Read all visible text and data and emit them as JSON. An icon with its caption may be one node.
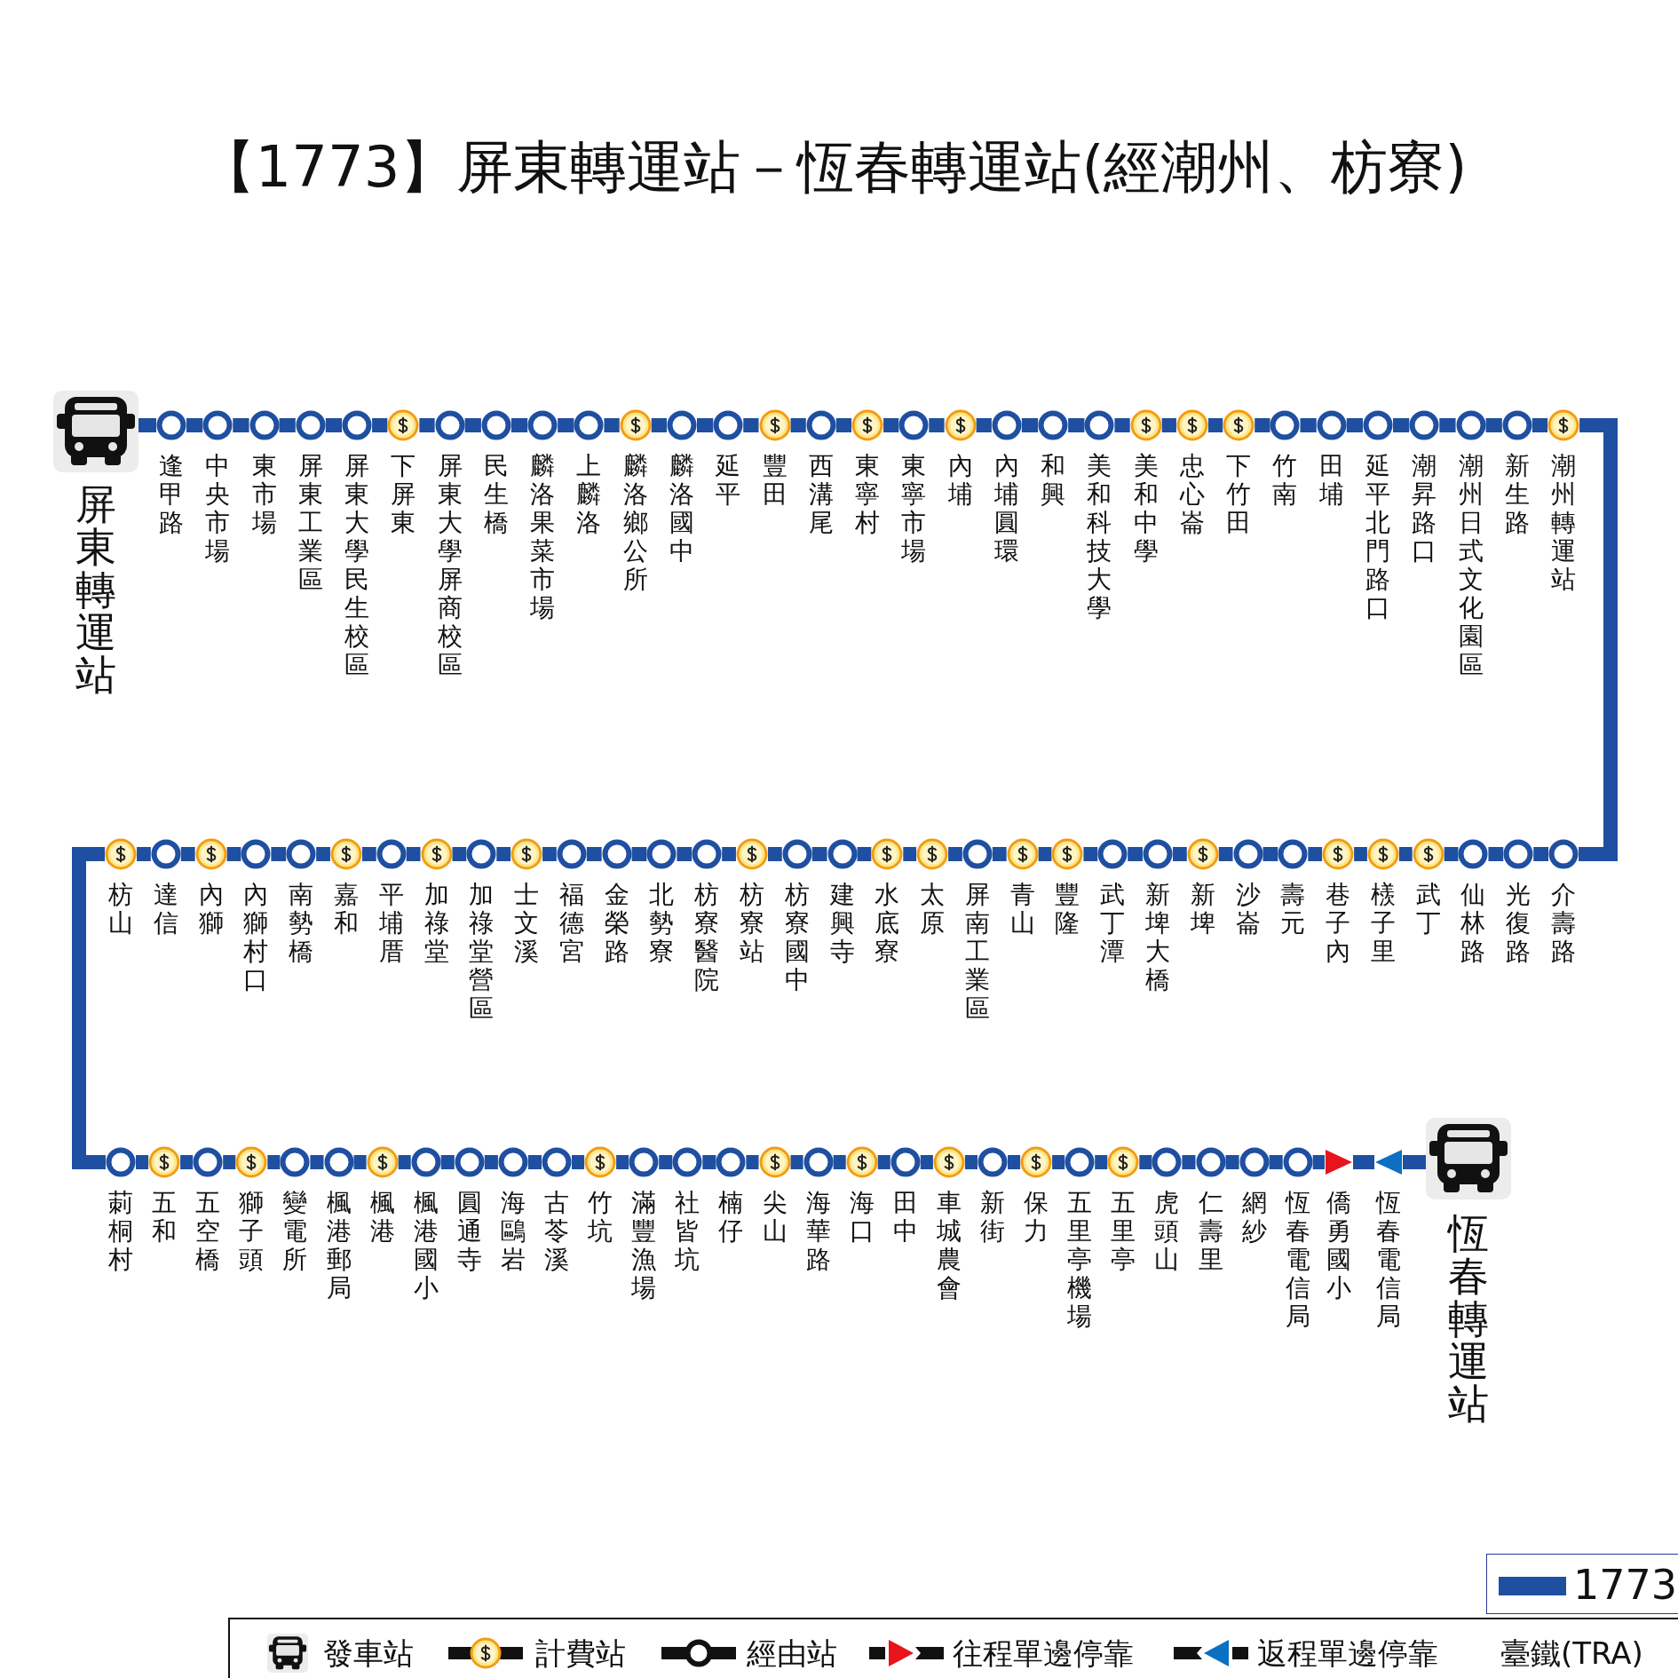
{
  "diagram": {
    "title": "【1773】屏東轉運站－恆春轉運站(經潮州、枋寮)",
    "nodes": [
      {
        "text": [
          "屏東轉運站"
        ]
      },
      {
        "text": [
          "逢甲路"
        ]
      },
      {
        "text": [
          "中央市場"
        ]
      },
      {
        "text": [
          "東市場"
        ]
      },
      {
        "text": [
          "屏東工業區"
        ]
      },
      {
        "text": [
          "屏東大學民生校區"
        ]
      },
      {
        "text": [
          "下屏東"
        ]
      },
      {
        "text": [
          "屏東大學屏商校區"
        ]
      },
      {
        "text": [
          "民生橋"
        ]
      },
      {
        "text": [
          "麟洛果菜市場"
        ]
      },
      {
        "text": [
          "上麟洛"
        ]
      },
      {
        "text": [
          "麟洛鄉公所"
        ]
      },
      {
        "text": [
          "麟洛國中"
        ]
      },
      {
        "text": [
          "延平"
        ]
      },
      {
        "text": [
          "豐田"
        ]
      },
      {
        "text": [
          "西溝尾"
        ]
      },
      {
        "text": [
          "東寧村"
        ]
      },
      {
        "text": [
          "東寧市場"
        ]
      },
      {
        "text": [
          "內埔"
        ]
      },
      {
        "text": [
          "內埔圓環"
        ]
      },
      {
        "text": [
          "和興"
        ]
      },
      {
        "text": [
          "美和科技大學"
        ]
      },
      {
        "text": [
          "美和中學"
        ]
      },
      {
        "text": [
          "忠心崙"
        ]
      },
      {
        "text": [
          "下竹田"
        ]
      },
      {
        "text": [
          "竹南"
        ]
      },
      {
        "text": [
          "田埔"
        ]
      },
      {
        "text": [
          "延平北門路口"
        ]
      },
      {
        "text": [
          "潮昇路口"
        ]
      },
      {
        "text": [
          "潮州日式文化園區"
        ]
      },
      {
        "text": [
          "新生路"
        ]
      },
      {
        "text": [
          "潮州轉運站"
        ]
      },
      {
        "text": [
          "介壽路"
        ]
      },
      {
        "text": [
          "光復路"
        ]
      },
      {
        "text": [
          "仙林路"
        ]
      },
      {
        "text": [
          "武丁"
        ]
      },
      {
        "text": [
          "檨子里"
        ]
      },
      {
        "text": [
          "巷子內"
        ]
      },
      {
        "text": [
          "壽元"
        ]
      },
      {
        "text": [
          "沙崙"
        ]
      },
      {
        "text": [
          "新埤"
        ]
      },
      {
        "text": [
          "新埤大橋"
        ]
      },
      {
        "text": [
          "武丁潭"
        ]
      },
      {
        "text": [
          "豐隆"
        ]
      },
      {
        "text": [
          "青山"
        ]
      },
      {
        "text": [
          "屏南工業區"
        ]
      },
      {
        "text": [
          "太原"
        ]
      },
      {
        "text": [
          "水底寮"
        ]
      },
      {
        "text": [
          "建興寺"
        ]
      },
      {
        "text": [
          "枋寮國中"
        ]
      },
      {
        "text": [
          "枋寮站"
        ]
      },
      {
        "text": [
          "枋寮醫院"
        ]
      },
      {
        "text": [
          "北勢寮"
        ]
      },
      {
        "text": [
          "金榮路"
        ]
      },
      {
        "text": [
          "福德宮"
        ]
      },
      {
        "text": [
          "士文溪"
        ]
      },
      {
        "text": [
          "加祿堂營區"
        ]
      },
      {
        "text": [
          "加祿堂"
        ]
      },
      {
        "text": [
          "平埔厝"
        ]
      },
      {
        "text": [
          "嘉和"
        ]
      },
      {
        "text": [
          "南勢橋"
        ]
      },
      {
        "text": [
          "內獅村口"
        ]
      },
      {
        "text": [
          "內獅"
        ]
      },
      {
        "text": [
          "達信"
        ]
      },
      {
        "text": [
          "枋山"
        ]
      },
      {
        "text": [
          "莿桐村"
        ]
      },
      {
        "text": [
          "五和"
        ]
      },
      {
        "text": [
          "五空橋"
        ]
      },
      {
        "text": [
          "獅子頭"
        ]
      },
      {
        "text": [
          "變電所"
        ]
      },
      {
        "text": [
          "楓港郵局"
        ]
      },
      {
        "text": [
          "楓港"
        ]
      },
      {
        "text": [
          "楓港國小"
        ]
      },
      {
        "text": [
          "圓通寺"
        ]
      },
      {
        "text": [
          "海鷗岩"
        ]
      },
      {
        "text": [
          "古苓溪"
        ]
      },
      {
        "text": [
          "竹坑"
        ]
      },
      {
        "text": [
          "滿豐漁場"
        ]
      },
      {
        "text": [
          "社皆坑"
        ]
      },
      {
        "text": [
          "楠仔"
        ]
      },
      {
        "text": [
          "尖山"
        ]
      },
      {
        "text": [
          "海華路"
        ]
      },
      {
        "text": [
          "海口"
        ]
      },
      {
        "text": [
          "田中"
        ]
      },
      {
        "text": [
          "車城農會"
        ]
      },
      {
        "text": [
          "新街"
        ]
      },
      {
        "text": [
          "保力"
        ]
      },
      {
        "text": [
          "五里亭機場"
        ]
      },
      {
        "text": [
          "五里亭"
        ]
      },
      {
        "text": [
          "虎頭山"
        ]
      },
      {
        "text": [
          "仁壽里"
        ]
      },
      {
        "text": [
          "網紗"
        ]
      },
      {
        "text": [
          "恆春電信局"
        ]
      },
      {
        "text": [
          "僑勇國小"
        ]
      },
      {
        "text": [
          "恆春電信局"
        ]
      },
      {
        "text": [
          "恆春轉運站"
        ]
      }
    ],
    "edges": [
      {
        "from": 0,
        "to": 1,
        "arrow": "none"
      },
      {
        "from": 1,
        "to": 2,
        "arrow": "none"
      },
      {
        "from": 2,
        "to": 3,
        "arrow": "none"
      },
      {
        "from": 3,
        "to": 4,
        "arrow": "none"
      },
      {
        "from": 4,
        "to": 5,
        "arrow": "none"
      },
      {
        "from": 5,
        "to": 6,
        "arrow": "none"
      },
      {
        "from": 6,
        "to": 7,
        "arrow": "none"
      },
      {
        "from": 7,
        "to": 8,
        "arrow": "none"
      },
      {
        "from": 8,
        "to": 9,
        "arrow": "none"
      },
      {
        "from": 9,
        "to": 10,
        "arrow": "none"
      },
      {
        "from": 10,
        "to": 11,
        "arrow": "none"
      },
      {
        "from": 11,
        "to": 12,
        "arrow": "none"
      },
      {
        "from": 12,
        "to": 13,
        "arrow": "none"
      },
      {
        "from": 13,
        "to": 14,
        "arrow": "none"
      },
      {
        "from": 14,
        "to": 15,
        "arrow": "none"
      },
      {
        "from": 15,
        "to": 16,
        "arrow": "none"
      },
      {
        "from": 16,
        "to": 17,
        "arrow": "none"
      },
      {
        "from": 17,
        "to": 18,
        "arrow": "none"
      },
      {
        "from": 18,
        "to": 19,
        "arrow": "none"
      },
      {
        "from": 19,
        "to": 20,
        "arrow": "none"
      },
      {
        "from": 20,
        "to": 21,
        "arrow": "none"
      },
      {
        "from": 21,
        "to": 22,
        "arrow": "none"
      },
      {
        "from": 22,
        "to": 23,
        "arrow": "none"
      },
      {
        "from": 23,
        "to": 24,
        "arrow": "none"
      },
      {
        "from": 24,
        "to": 25,
        "arrow": "none"
      },
      {
        "from": 25,
        "to": 26,
        "arrow": "none"
      },
      {
        "from": 26,
        "to": 27,
        "arrow": "none"
      },
      {
        "from": 27,
        "to": 28,
        "arrow": "none"
      },
      {
        "from": 28,
        "to": 29,
        "arrow": "none"
      },
      {
        "from": 29,
        "to": 30,
        "arrow": "none"
      },
      {
        "from": 30,
        "to": 31,
        "arrow": "none"
      },
      {
        "from": 31,
        "to": 32,
        "arrow": "none"
      },
      {
        "from": 32,
        "to": 33,
        "arrow": "none"
      },
      {
        "from": 33,
        "to": 34,
        "arrow": "none"
      },
      {
        "from": 34,
        "to": 35,
        "arrow": "none"
      },
      {
        "from": 35,
        "to": 36,
        "arrow": "none"
      },
      {
        "from": 36,
        "to": 37,
        "arrow": "none"
      },
      {
        "from": 37,
        "to": 38,
        "arrow": "none"
      },
      {
        "from": 38,
        "to": 39,
        "arrow": "none"
      },
      {
        "from": 39,
        "to": 40,
        "arrow": "none"
      },
      {
        "from": 40,
        "to": 41,
        "arrow": "none"
      },
      {
        "from": 41,
        "to": 42,
        "arrow": "none"
      },
      {
        "from": 42,
        "to": 43,
        "arrow": "none"
      },
      {
        "from": 43,
        "to": 44,
        "arrow": "none"
      },
      {
        "from": 44,
        "to": 45,
        "arrow": "none"
      },
      {
        "from": 45,
        "to": 46,
        "arrow": "none"
      },
      {
        "from": 46,
        "to": 47,
        "arrow": "none"
      },
      {
        "from": 47,
        "to": 48,
        "arrow": "none"
      },
      {
        "from": 48,
        "to": 49,
        "arrow": "none"
      },
      {
        "from": 49,
        "to": 50,
        "arrow": "none"
      },
      {
        "from": 50,
        "to": 51,
        "arrow": "none"
      },
      {
        "from": 51,
        "to": 52,
        "arrow": "none"
      },
      {
        "from": 52,
        "to": 53,
        "arrow": "none"
      },
      {
        "from": 53,
        "to": 54,
        "arrow": "none"
      },
      {
        "from": 54,
        "to": 55,
        "arrow": "none"
      },
      {
        "from": 55,
        "to": 56,
        "arrow": "none"
      },
      {
        "from": 56,
        "to": 57,
        "arrow": "none"
      },
      {
        "from": 57,
        "to": 58,
        "arrow": "none"
      },
      {
        "from": 58,
        "to": 59,
        "arrow": "none"
      },
      {
        "from": 59,
        "to": 60,
        "arrow": "none"
      },
      {
        "from": 60,
        "to": 61,
        "arrow": "none"
      },
      {
        "from": 61,
        "to": 62,
        "arrow": "none"
      },
      {
        "from": 62,
        "to": 63,
        "arrow": "none"
      },
      {
        "from": 63,
        "to": 64,
        "arrow": "none"
      },
      {
        "from": 64,
        "to": 65,
        "arrow": "none"
      },
      {
        "from": 65,
        "to": 66,
        "arrow": "none"
      },
      {
        "from": 66,
        "to": 67,
        "arrow": "none"
      },
      {
        "from": 67,
        "to": 68,
        "arrow": "none"
      },
      {
        "from": 68,
        "to": 69,
        "arrow": "none"
      },
      {
        "from": 69,
        "to": 70,
        "arrow": "none"
      },
      {
        "from": 70,
        "to": 71,
        "arrow": "none"
      },
      {
        "from": 71,
        "to": 72,
        "arrow": "none"
      },
      {
        "from": 72,
        "to": 73,
        "arrow": "none"
      },
      {
        "from": 73,
        "to": 74,
        "arrow": "none"
      },
      {
        "from": 74,
        "to": 75,
        "arrow": "none"
      },
      {
        "from": 75,
        "to": 76,
        "arrow": "none"
      },
      {
        "from": 76,
        "to": 77,
        "arrow": "none"
      },
      {
        "from": 77,
        "to": 78,
        "arrow": "none"
      },
      {
        "from": 78,
        "to": 79,
        "arrow": "none"
      },
      {
        "from": 79,
        "to": 80,
        "arrow": "none"
      },
      {
        "from": 80,
        "to": 81,
        "arrow": "none"
      },
      {
        "from": 81,
        "to": 82,
        "arrow": "none"
      },
      {
        "from": 82,
        "to": 83,
        "arrow": "none"
      },
      {
        "from": 83,
        "to": 84,
        "arrow": "none"
      },
      {
        "from": 84,
        "to": 85,
        "arrow": "none"
      },
      {
        "from": 85,
        "to": 86,
        "arrow": "none"
      },
      {
        "from": 86,
        "to": 87,
        "arrow": "none"
      },
      {
        "from": 87,
        "to": 88,
        "arrow": "none"
      },
      {
        "from": 88,
        "to": 89,
        "arrow": "none"
      },
      {
        "from": 89,
        "to": 90,
        "arrow": "none"
      },
      {
        "from": 90,
        "to": 91,
        "arrow": "none"
      },
      {
        "from": 91,
        "to": 92,
        "arrow": "none"
      },
      {
        "from": 92,
        "to": 93,
        "arrow": "none"
      },
      {
        "from": 93,
        "to": 94,
        "arrow": "none"
      },
      {
        "from": 94,
        "to": 95,
        "arrow": "none"
      }
    ],
    "legend": [
      {
        "text": "1773",
        "color": "#1f4fa0"
      },
      {
        "text": "發車站"
      },
      {
        "text": "計費站"
      },
      {
        "text": "經由站"
      },
      {
        "text": "往程單邊停靠"
      },
      {
        "text": "返程單邊停靠"
      },
      {
        "text": "臺鐵(TRA)"
      }
    ]
  }
}
